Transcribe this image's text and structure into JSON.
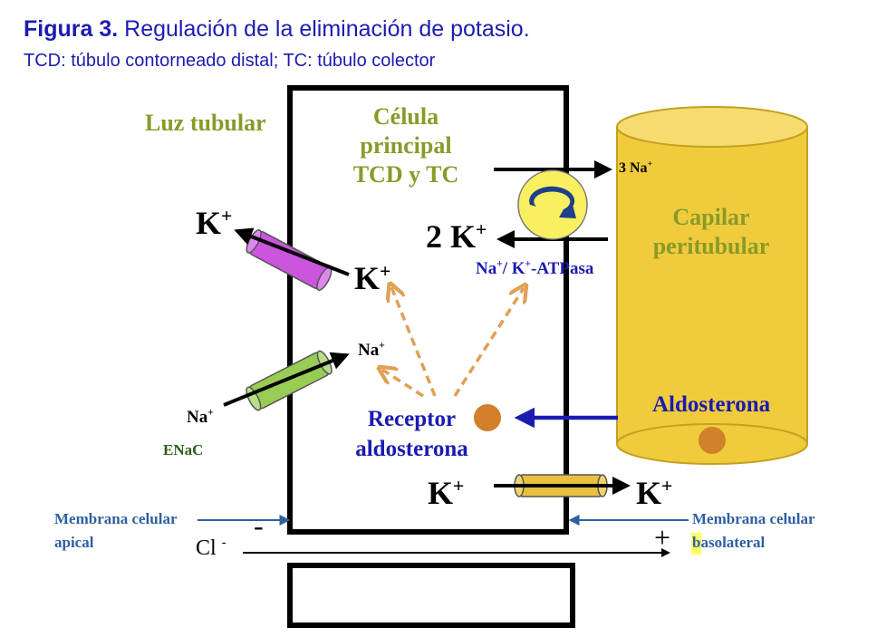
{
  "header": {
    "figure_label": "Figura 3.",
    "title": "Regulación de la eliminación de potasio.",
    "subtitle": "TCD: túbulo contorneado distal; TC: túbulo colector"
  },
  "regions": {
    "lumen": "Luz tubular",
    "cell": "Célula principal TCD y TC",
    "capillary": "Capilar peritubular"
  },
  "ions": {
    "k_lumen": "K",
    "k_cell_upper": "K",
    "two_k": "2 K",
    "three_na": "3 Na",
    "na_cell": "Na",
    "na_lumen": "Na",
    "k_bottom_left": "K",
    "k_bottom_right": "K",
    "cl": "Cl",
    "plus_sup": "+",
    "minus_sup": "-"
  },
  "labels": {
    "atpase_na": "Na",
    "atpase_sep": "/ K",
    "atpase_rest": "-ATPasa",
    "enac": "ENaC",
    "receptor": "Receptor aldosterona",
    "aldosterone": "Aldosterona",
    "membrane_apical": "Membrana celular  apical",
    "membrane_basolateral": "Membrana celular basolateral",
    "sign_minus": "-",
    "sign_plus": "+"
  },
  "colors": {
    "title": "#1c1cb0",
    "olive": "#8a9a2a",
    "navy": "#1b1bb0",
    "capillary": "#f0cc3c",
    "romk_channel": "#cc55dd",
    "enac_channel": "#99cc55",
    "basolateral_channel": "#e8c040",
    "pump": "#f8f060",
    "receptor_dot": "#d2802a",
    "dashed_arrow": "#e0a055",
    "highlight": "#ffff66"
  }
}
